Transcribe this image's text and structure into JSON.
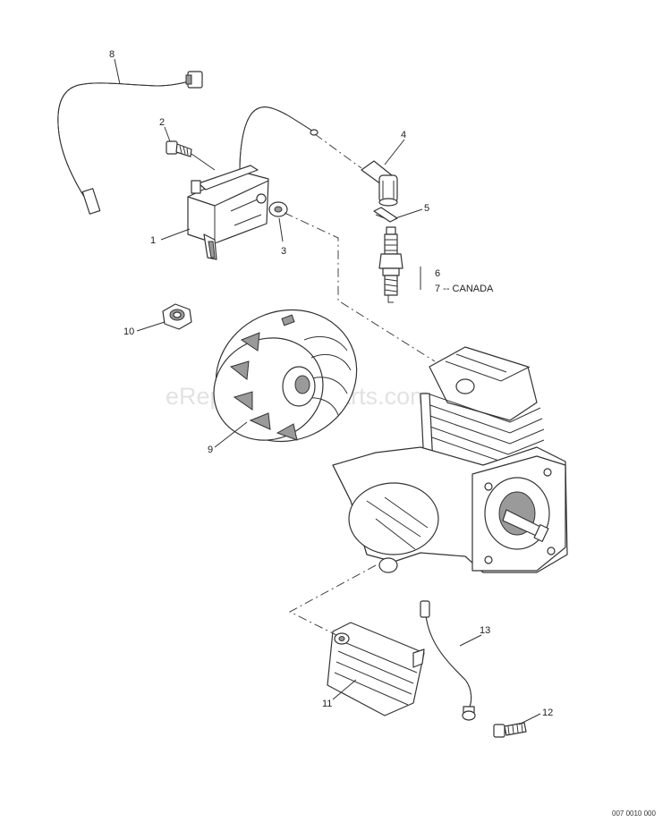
{
  "watermark": "eReplacementParts.com",
  "footer_code": "007 0010 000",
  "callouts": {
    "c1": "1",
    "c2": "2",
    "c3": "3",
    "c4": "4",
    "c5": "5",
    "c6": "6",
    "c7": "7 -- CANADA",
    "c8": "8",
    "c9": "9",
    "c10": "10",
    "c11": "11",
    "c12": "12",
    "c13": "13"
  }
}
